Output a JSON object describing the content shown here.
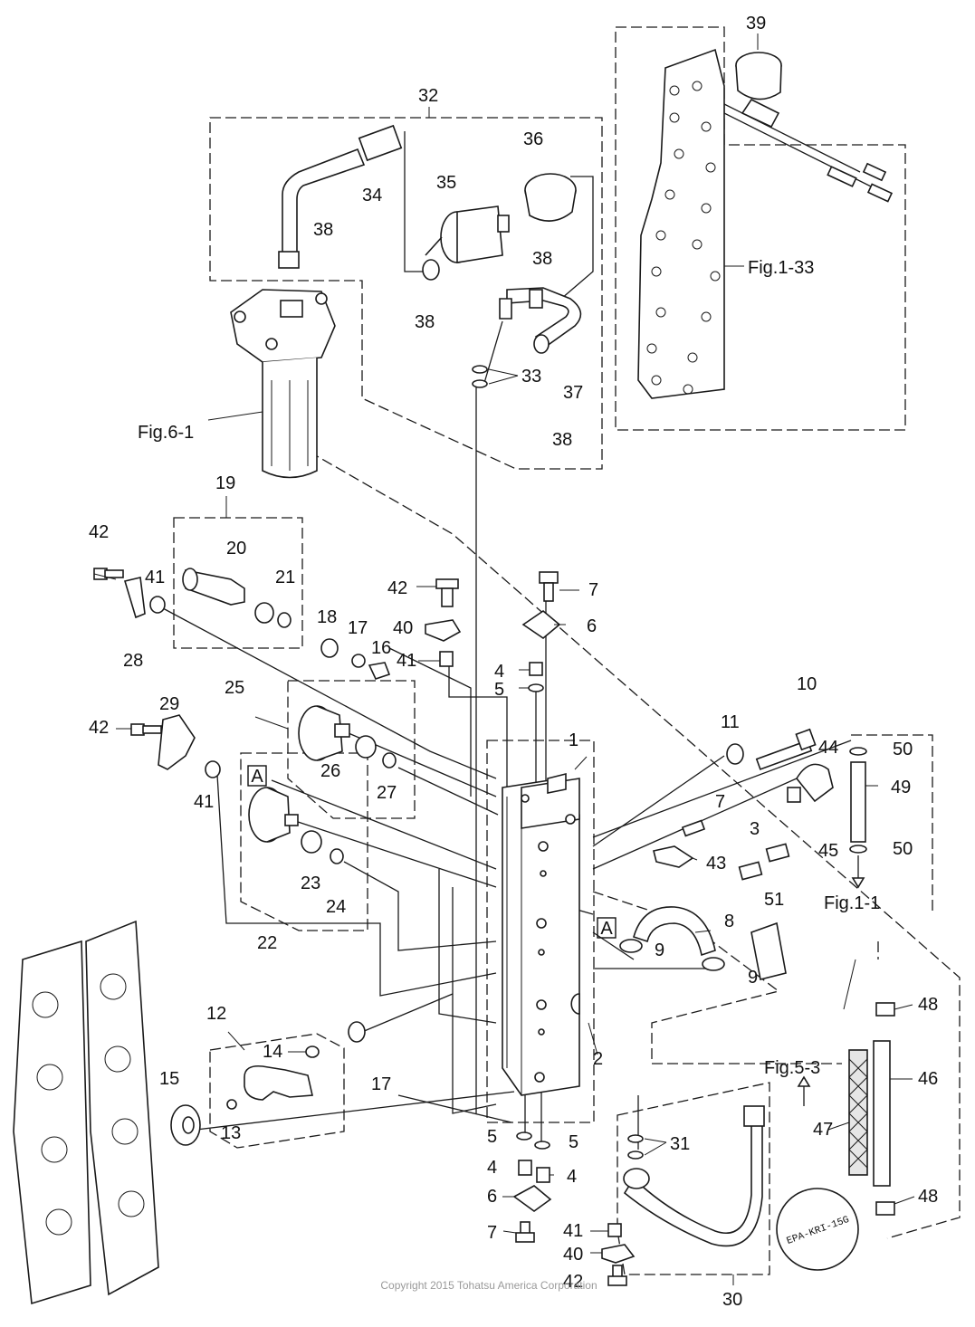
{
  "figure": {
    "copyright": "Copyright 2015 Tohatsu America Corporation",
    "stamp_text": "EPA-KRI-15G",
    "callouts": [
      "1",
      "2",
      "3",
      "4",
      "5",
      "6",
      "7",
      "8",
      "9",
      "10",
      "11",
      "12",
      "13",
      "14",
      "15",
      "16",
      "17",
      "18",
      "19",
      "20",
      "21",
      "22",
      "23",
      "24",
      "25",
      "26",
      "27",
      "28",
      "29",
      "30",
      "31",
      "32",
      "33",
      "34",
      "35",
      "36",
      "37",
      "38",
      "39",
      "40",
      "41",
      "42",
      "43",
      "44",
      "45",
      "46",
      "47",
      "48",
      "49",
      "50",
      "51"
    ],
    "reference_box": "A",
    "references": [
      "Fig.1-33",
      "Fig.6-1",
      "Fig.1-1",
      "Fig.5-3"
    ]
  }
}
